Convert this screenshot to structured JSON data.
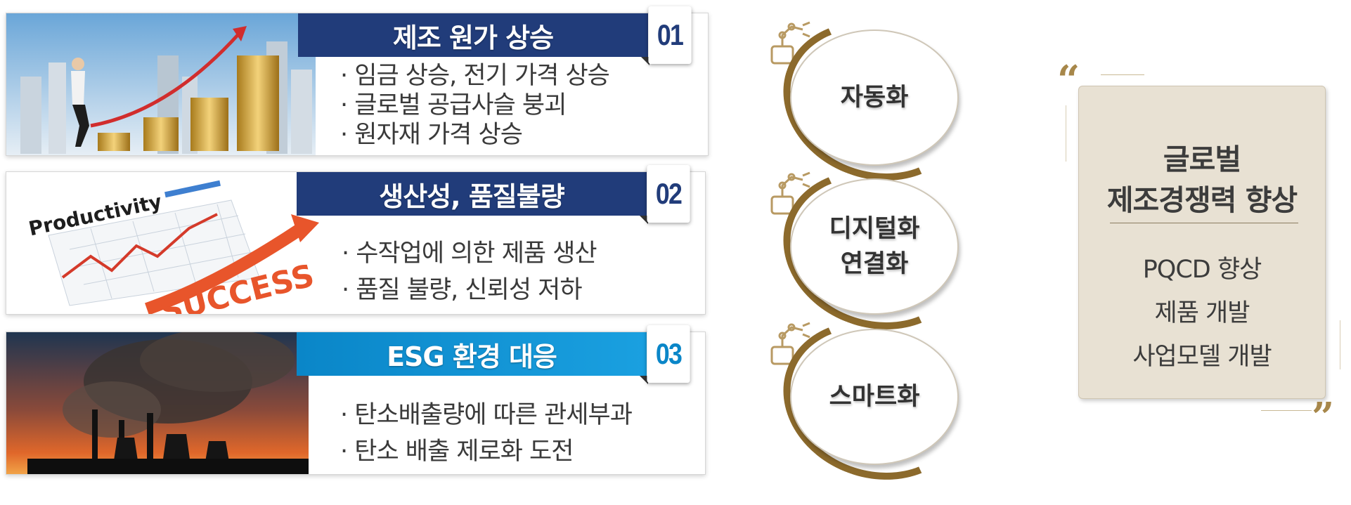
{
  "issues": [
    {
      "number": "01",
      "title": "제조 원가 상승",
      "bullets": [
        "· 임금 상승, 전기 가격 상승",
        "· 글로벌  공급사슬 붕괴",
        "· 원자재 가격 상승"
      ],
      "banner_color": "#213c7a",
      "number_color": "#213c7a",
      "image": "businesswoman-rising-coins-photo"
    },
    {
      "number": "02",
      "title": "생산성,  품질불량",
      "bullets": [
        "· 수작업에 의한 제품 생산",
        "· 품질 불량, 신뢰성 저하"
      ],
      "banner_color": "#213c7a",
      "number_color": "#213c7a",
      "image": "productivity-success-chart-photo",
      "image_text": {
        "productivity": "Productivity",
        "success": "SUCCESS"
      }
    },
    {
      "number": "03",
      "title": "ESG 환경 대응",
      "bullets": [
        "· 탄소배출량에 따른  관세부과",
        "· 탄소 배출 제로화 도전"
      ],
      "banner_color": "#0a86c8",
      "number_color": "#0a86c8",
      "image": "factory-smokestacks-sunset-photo"
    }
  ],
  "strategies": [
    {
      "lines": [
        "자동화"
      ],
      "icon": "robot-arm-icon"
    },
    {
      "lines": [
        "디지털화",
        "연결화"
      ],
      "icon": "robot-arm-icon"
    },
    {
      "lines": [
        "스마트화"
      ],
      "icon": "robot-arm-icon"
    }
  ],
  "goal": {
    "title_lines": [
      "글로벌",
      "제조경쟁력 향상"
    ],
    "items": [
      "PQCD 향상",
      "제품 개발",
      "사업모델 개발"
    ],
    "open_quote": "“",
    "close_quote": "”",
    "accent": "#a7874a"
  },
  "colors": {
    "arc": "#8c6a2c",
    "goal_bg": "#e8e1d3"
  }
}
